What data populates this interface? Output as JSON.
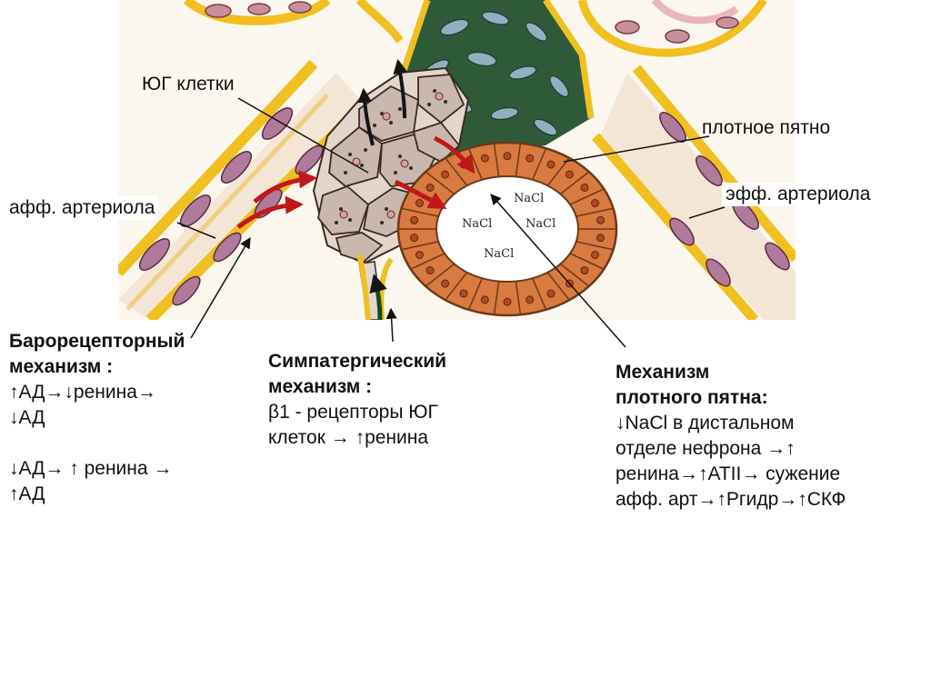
{
  "labels": {
    "jg_cells": "ЮГ клетки",
    "dense_spot": "плотное пятно",
    "aff_arteriole": "афф. артериола",
    "eff_arteriole": "эфф. артериола"
  },
  "nacl": [
    "NaCl",
    "NaCl",
    "NaCl",
    "NaCl"
  ],
  "baro": {
    "title1": "Барорецепторный",
    "title2": "механизм :",
    "line1": "↑АД→↓ренина→",
    "line2": "↓АД",
    "line3": "↓АД→ ↑ ренина →",
    "line4": "↑АД"
  },
  "symp": {
    "title1": "Симпатергический",
    "title2": "механизм :",
    "line1": "β1 - рецепторы ЮГ",
    "line2": "клеток  → ↑ренина"
  },
  "macula": {
    "title1": "Механизм",
    "title2": "плотного пятна:",
    "line1": "↓NaCl в дистальном",
    "line2": "отделе нефрона →↑",
    "line3": "ренина→↑АТII→ сужение",
    "line4": "афф. арт→↑Ргидр→↑СКФ"
  },
  "colors": {
    "wall_yellow": "#f0c020",
    "wall_outline": "#6b4a10",
    "smooth_muscle": "#b07a9a",
    "mesangium": "#2f5a3a",
    "mesangial_cell": "#8fb0c0",
    "jg_cell": "#c8b8b0",
    "tubule_cell": "#d97a40",
    "tubule_dark": "#b04a20",
    "red_arrow": "#c01818",
    "black_arrow": "#111111"
  }
}
